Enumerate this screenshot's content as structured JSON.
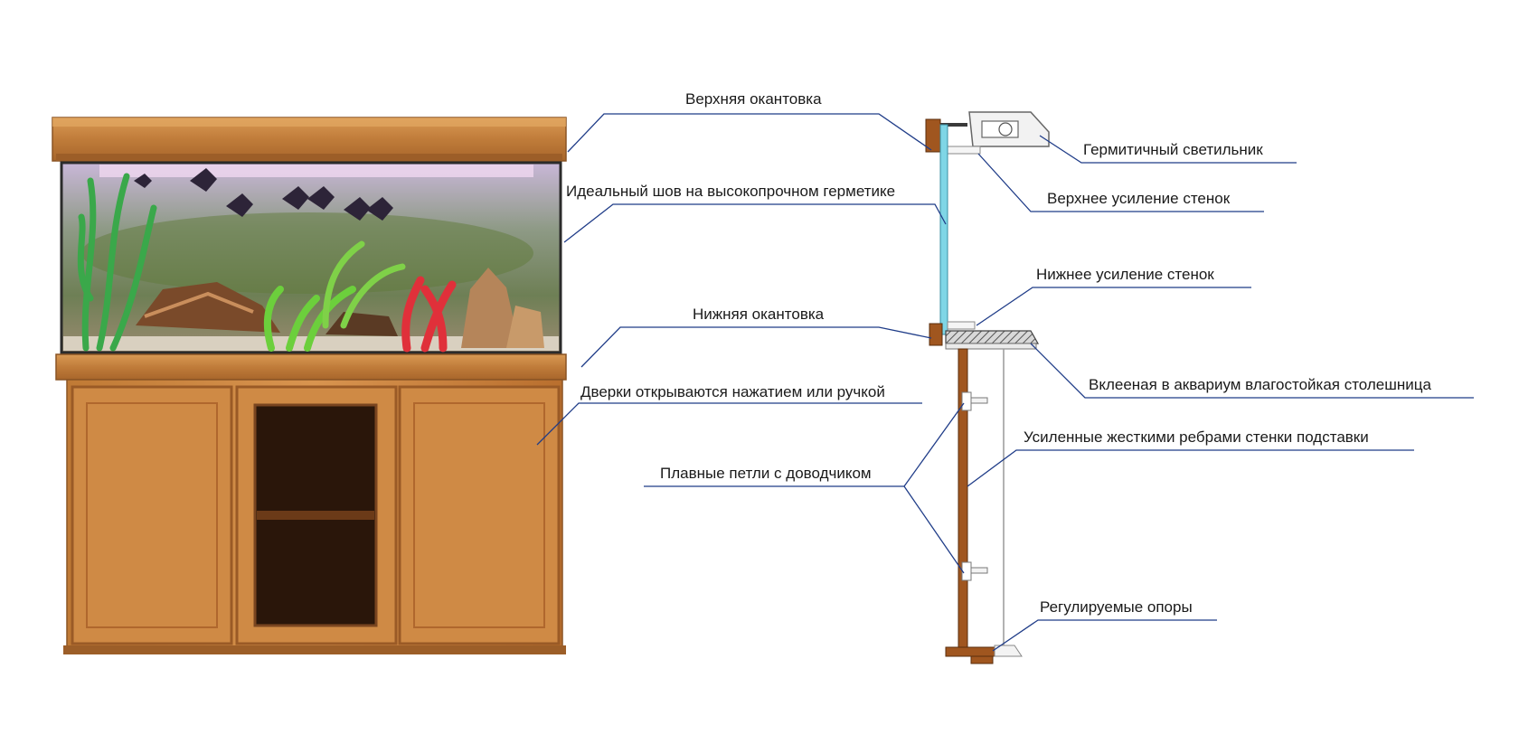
{
  "labels": {
    "top_trim": "Верхняя окантовка",
    "ideal_seam": "Идеальный шов на высокопрочном герметике",
    "bottom_trim": "Нижняя окантовка",
    "doors": "Дверки открываются нажатием или ручкой",
    "hinges": "Плавные петли с доводчиком",
    "sealed_lamp": "Гермитичный светильник",
    "upper_reinforcement": "Верхнее усиление стенок",
    "lower_reinforcement": "Нижнее усиление стенок",
    "glued_tabletop": "Вклееная в аквариум влагостойкая столешница",
    "reinforced_walls": "Усиленные жесткими ребрами стенки подставки",
    "adjustable_feet": "Регулируемые опоры"
  },
  "colors": {
    "leader_line": "#1f3c88",
    "wood": "#c8843f",
    "wood_dark": "#8a5424",
    "glass": "#7fd6e6"
  },
  "icons": {
    "fish": "angelfish-icon",
    "plant": "aquatic-plant-icon"
  }
}
